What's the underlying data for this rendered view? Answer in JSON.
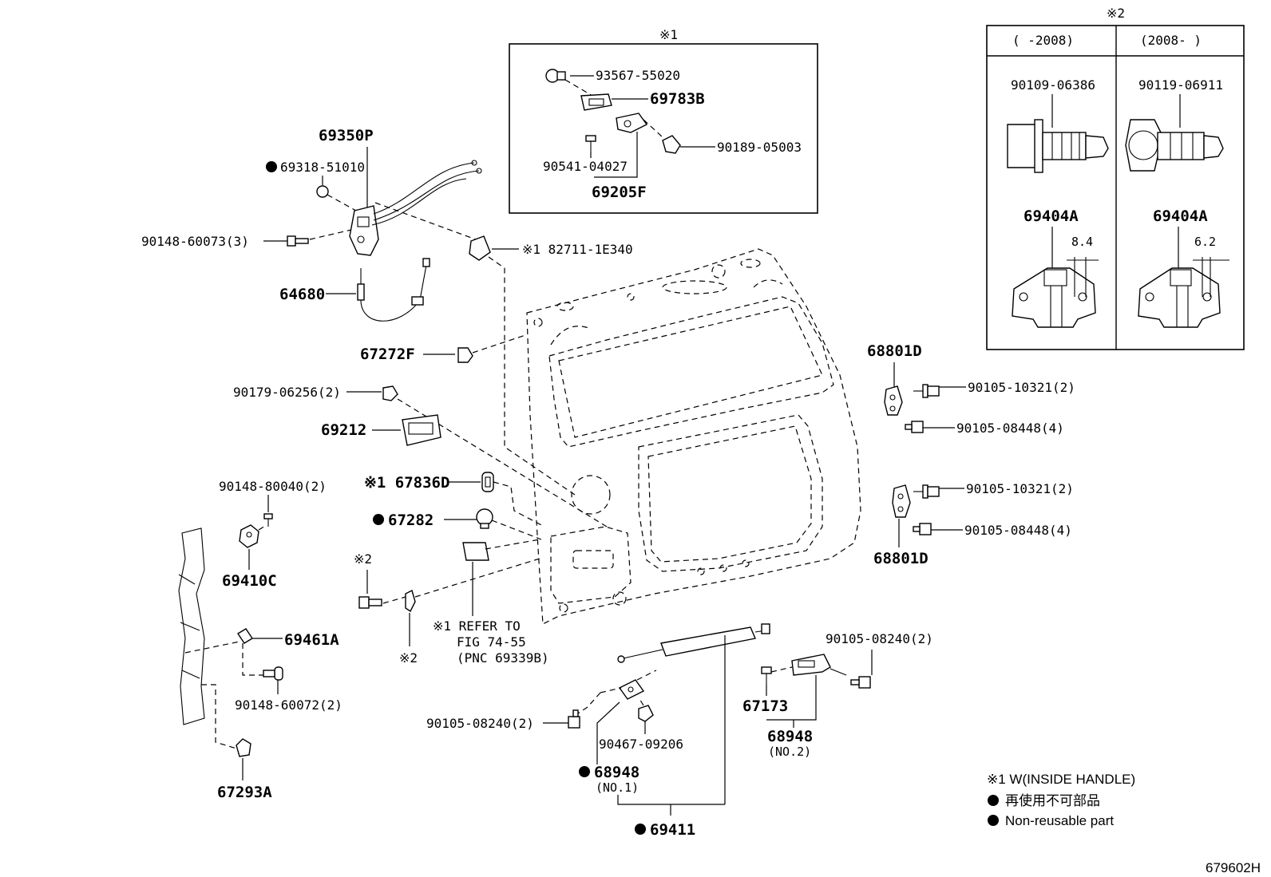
{
  "labels": {
    "box1_mark": "※1",
    "box2_mark": "※2",
    "p93567": "93567-55020",
    "p69783B": "69783B",
    "p90189": "90189-05003",
    "p90541": "90541-04027",
    "p69205F": "69205F",
    "p69350P": "69350P",
    "p69318": "69318-51010",
    "p90148_73": "90148-60073(3)",
    "p82711": "※1 82711-1E340",
    "p64680": "64680",
    "p67272F": "67272F",
    "p90179": "90179-06256(2)",
    "p69212": "69212",
    "p90148_80040": "90148-80040(2)",
    "p67836D": "※1 67836D",
    "p67282": "67282",
    "p69410C": "69410C",
    "mark2_a": "※2",
    "mark2_b": "※2",
    "refer1": "※1 REFER TO",
    "refer2": "FIG 74-55",
    "refer3": "(PNC 69339B)",
    "p69461A": "69461A",
    "p90148_72": "90148-60072(2)",
    "p67293A": "67293A",
    "p90105_08240_a": "90105-08240(2)",
    "p90467": "90467-09206",
    "p68948_no1": "68948",
    "no1": "(NO.1)",
    "p69411": "69411",
    "p90105_08240_b": "90105-08240(2)",
    "p67173": "67173",
    "p68948_no2": "68948",
    "no2": "(NO.2)",
    "p68801D_top": "68801D",
    "p90105_10321_a": "90105-10321(2)",
    "p90105_08448_a": "90105-08448(4)",
    "p90105_10321_b": "90105-10321(2)",
    "p90105_08448_b": "90105-08448(4)",
    "p68801D_bot": "68801D",
    "col_left": "(  -2008)",
    "col_right": "(2008-  )",
    "p90109": "90109-06386",
    "p90119": "90119-06911",
    "p69404A_l": "69404A",
    "p69404A_r": "69404A",
    "dim_l": "8.4",
    "dim_r": "6.2"
  },
  "legend": {
    "note1": "※1 W(INSIDE HANDLE)",
    "note2": "再使用不可部品",
    "note3": "Non-reusable part"
  },
  "figure_id": "679602H"
}
